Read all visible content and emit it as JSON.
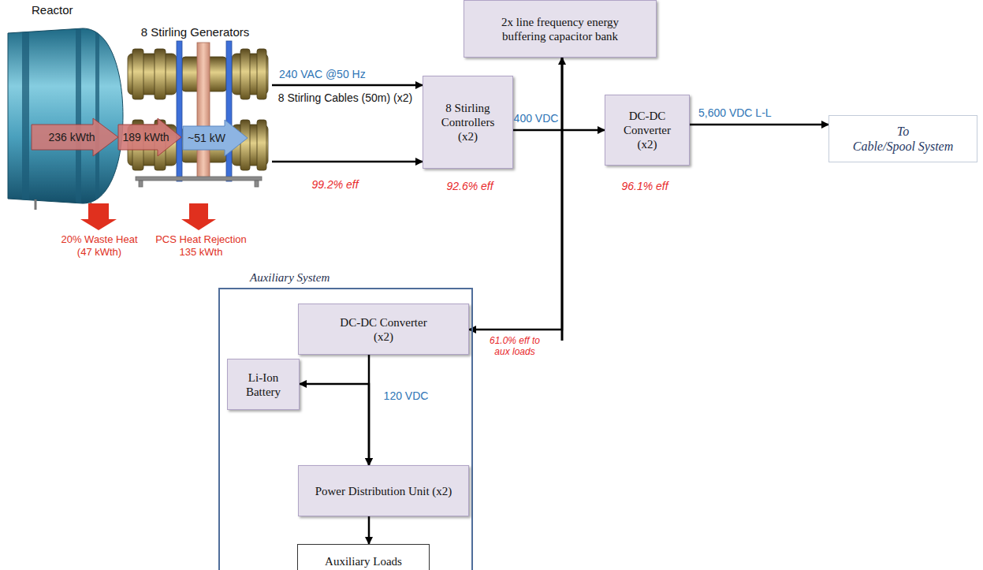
{
  "diagram": {
    "nodes": [
      {
        "text": [
          "Reactor"
        ]
      },
      {
        "text": [
          "8 Stirling Generators"
        ]
      },
      {
        "text": [
          "2x line frequency energy buffering capacitor bank"
        ]
      },
      {
        "text": [
          "8 Stirling Controllers (x2)"
        ]
      },
      {
        "text": [
          "DC-DC Converter (x2)"
        ]
      },
      {
        "text": [
          "To",
          "Cable/Spool System"
        ]
      },
      {
        "text": [
          "Auxiliary System"
        ]
      },
      {
        "text": [
          "DC-DC Converter (x2)"
        ],
        "in": 6
      },
      {
        "text": [
          "Li-Ion Battery"
        ],
        "in": 6
      },
      {
        "text": [
          "Power Distribution Unit (x2)"
        ],
        "in": 6
      },
      {
        "text": [
          "Auxiliary Loads"
        ],
        "in": 6
      }
    ],
    "edges": [
      {
        "from": 1,
        "to": 3,
        "arrow": "to",
        "label": "240 VAC @50 Hz"
      },
      {
        "from": 1,
        "to": 3,
        "arrow": "to"
      },
      {
        "from": 3,
        "to": 4,
        "arrow": "to"
      },
      {
        "from": 4,
        "to": 5,
        "arrow": "to",
        "label": "5,600 VDC L-L"
      },
      {
        "from": 7,
        "to": 2,
        "arrow": "both"
      },
      {
        "from": 7,
        "to": 9,
        "arrow": "to"
      },
      {
        "from": 8,
        "to": 9,
        "arrow": "both"
      },
      {
        "from": 9,
        "to": 10,
        "arrow": "to"
      }
    ],
    "labels": [
      "236 kWth",
      "189 kWth",
      "~51 kW",
      "20% Waste Heat (47 kWth)",
      "PCS Heat Rejection 135 kWth",
      "8 Stirling Cables (50m) (x2)",
      "99.2% eff",
      "92.6% eff",
      "400 VDC",
      "96.1% eff",
      "61.0% eff to aux loads",
      "120 VDC"
    ]
  }
}
